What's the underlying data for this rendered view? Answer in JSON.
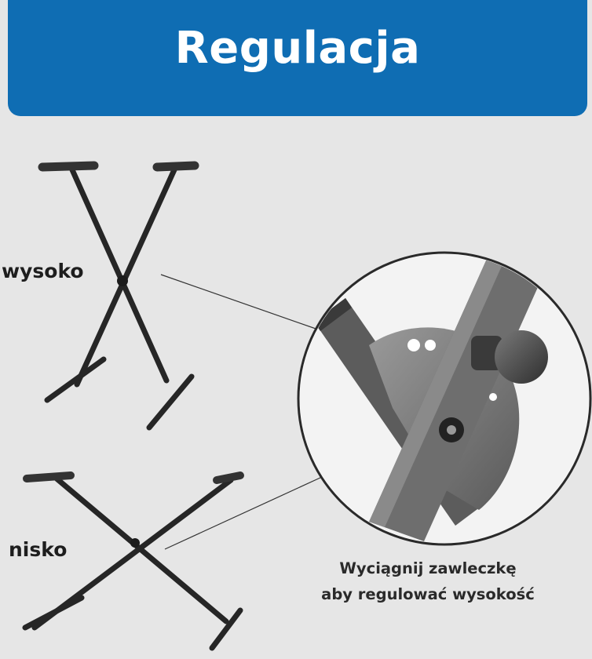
{
  "header": {
    "title": "Regulacja",
    "background": "#0f6db3"
  },
  "labels": {
    "high": "wysoko",
    "low": "nisko"
  },
  "caption": {
    "line1": "Wyciągnij zawleczkę",
    "line2": "aby regulować wysokość"
  },
  "icons": {
    "stand_high": "x-keyboard-stand-high",
    "stand_low": "x-keyboard-stand-low",
    "detail": "locking-pin-knob-closeup"
  }
}
